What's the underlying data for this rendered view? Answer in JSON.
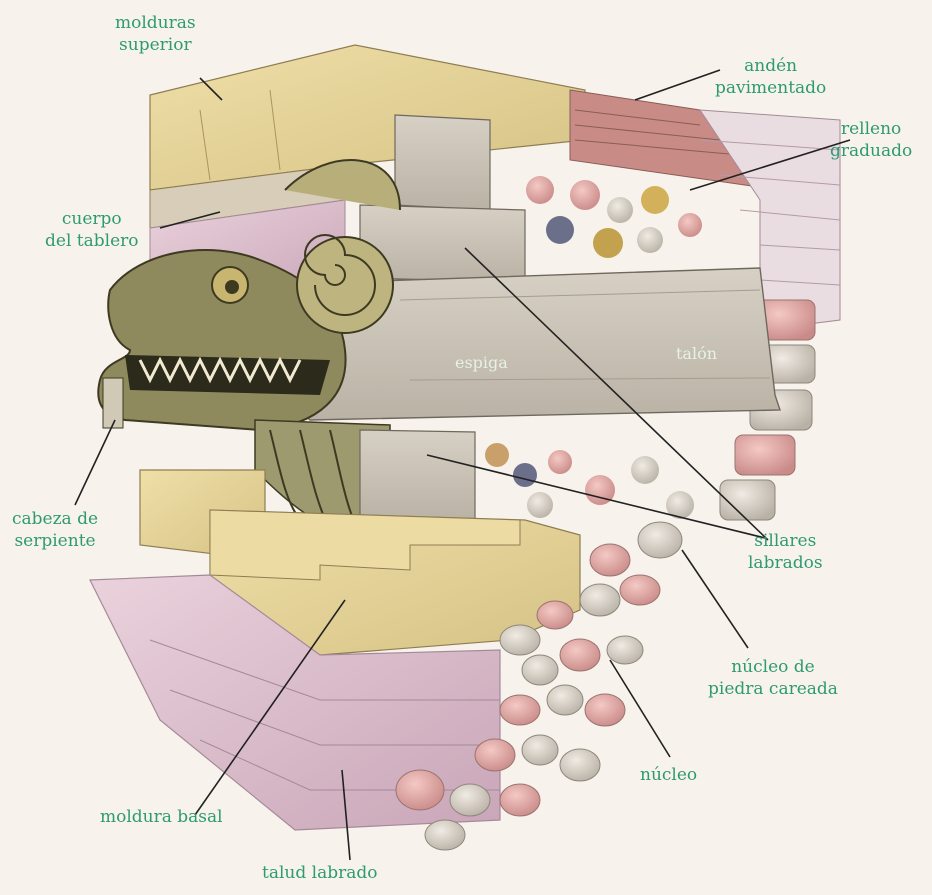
{
  "labels": {
    "molduras_superior": [
      "molduras",
      "superior"
    ],
    "anden_pavimentado": [
      "andén",
      "pavimentado"
    ],
    "relleno_graduado": [
      "relleno",
      "graduado"
    ],
    "cuerpo_del_tablero": [
      "cuerpo",
      "del tablero"
    ],
    "espiga": "espiga",
    "talon": "talón",
    "cabeza_de_serpiente": [
      "cabeza de",
      "serpiente"
    ],
    "sillares_labrados": [
      "sillares",
      "labrados"
    ],
    "nucleo_de_piedra_careada": [
      "núcleo de",
      "piedra careada"
    ],
    "nucleo": "núcleo",
    "moldura_basal": "moldura basal",
    "talud_labrado": "talud labrado"
  },
  "colors": {
    "label": "#2e9a72",
    "stone_yellow": "#e6d59a",
    "stone_grey": "#cfc6b8",
    "stone_pink": "#dcc0cc",
    "background": "#f7f3ec"
  }
}
